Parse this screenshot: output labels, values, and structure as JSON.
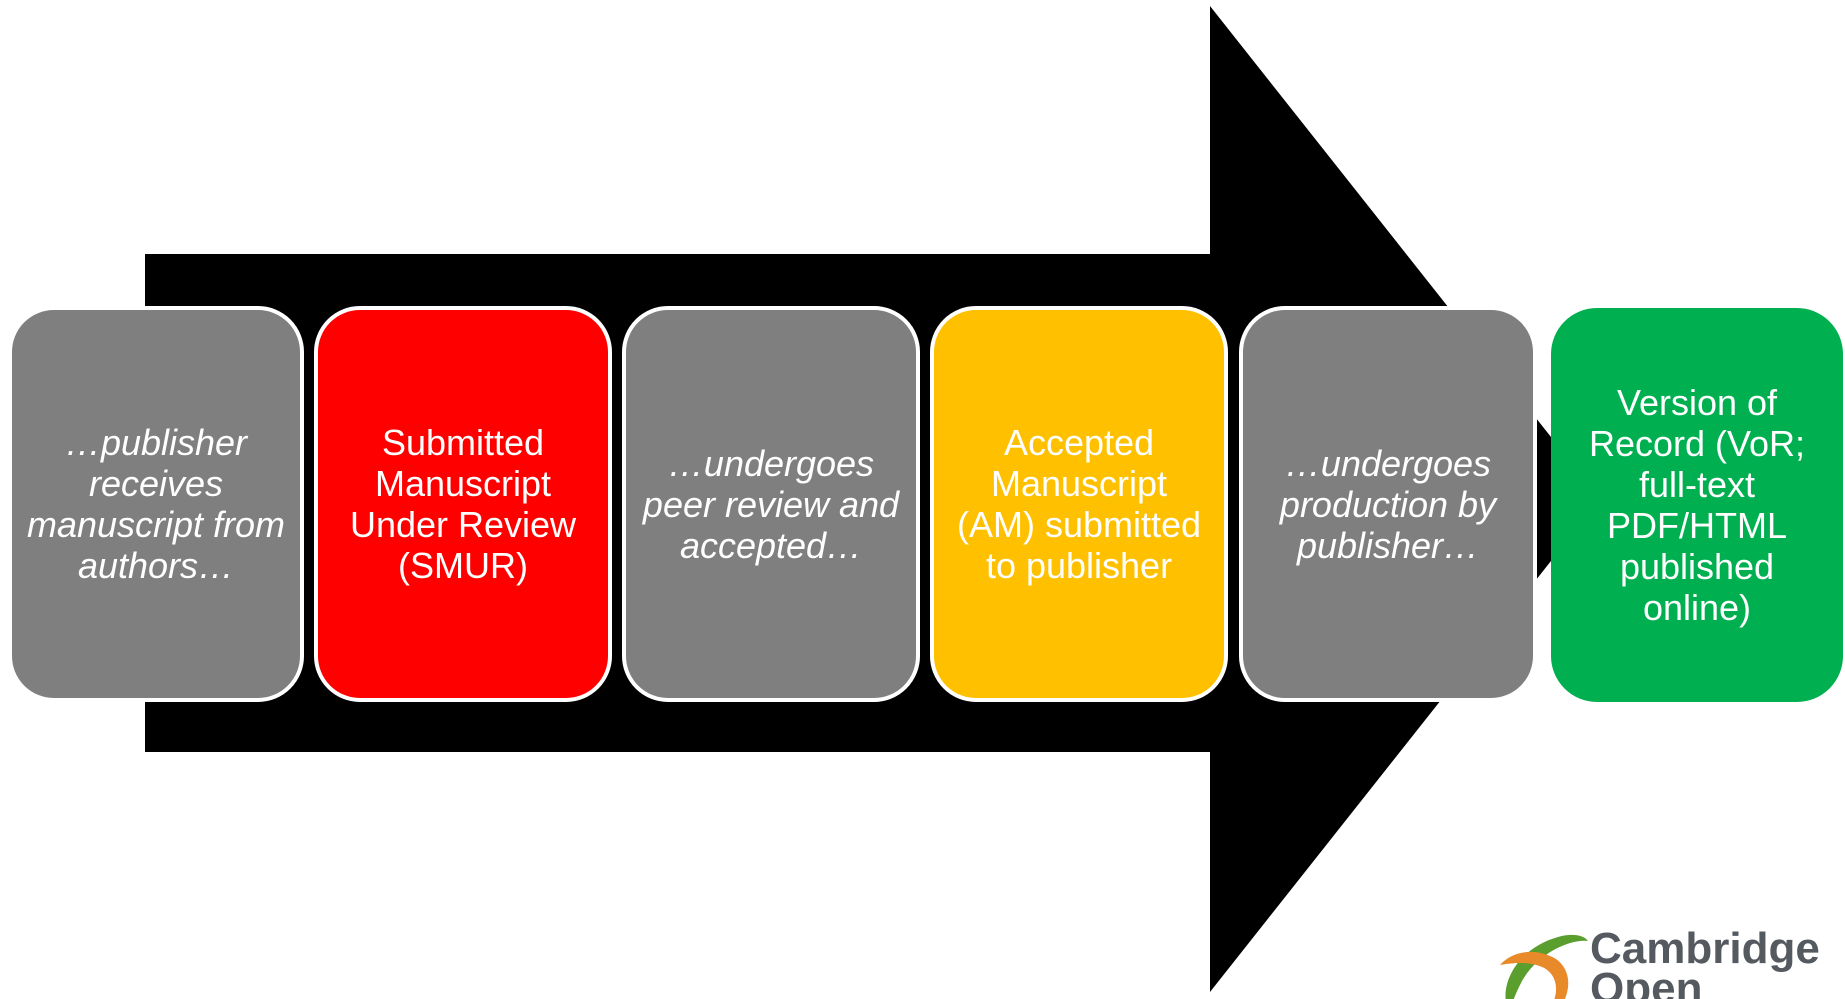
{
  "steps": [
    {
      "text": "…publisher receives manuscript from authors…",
      "style": "italic",
      "color": "#7f7f7f"
    },
    {
      "text": "Submitted Manuscript Under Review (SMUR)",
      "style": "normal",
      "color": "#ff0000"
    },
    {
      "text": "…undergoes peer review and accepted…",
      "style": "italic",
      "color": "#7f7f7f"
    },
    {
      "text": "Accepted Manuscript (AM) submitted to publisher",
      "style": "normal",
      "color": "#ffc000"
    },
    {
      "text": "…undergoes production by publisher…",
      "style": "italic",
      "color": "#7f7f7f"
    },
    {
      "text": "Version of Record (VoR; full-text PDF/HTML published online)",
      "style": "normal",
      "color": "#00b050"
    }
  ],
  "arrow": {
    "color": "#000000"
  },
  "logo": {
    "line1": "Cambridge",
    "line2": "Open",
    "colors": {
      "green": "#5a9e2e",
      "orange": "#e8892a",
      "text": "#555a60"
    }
  }
}
